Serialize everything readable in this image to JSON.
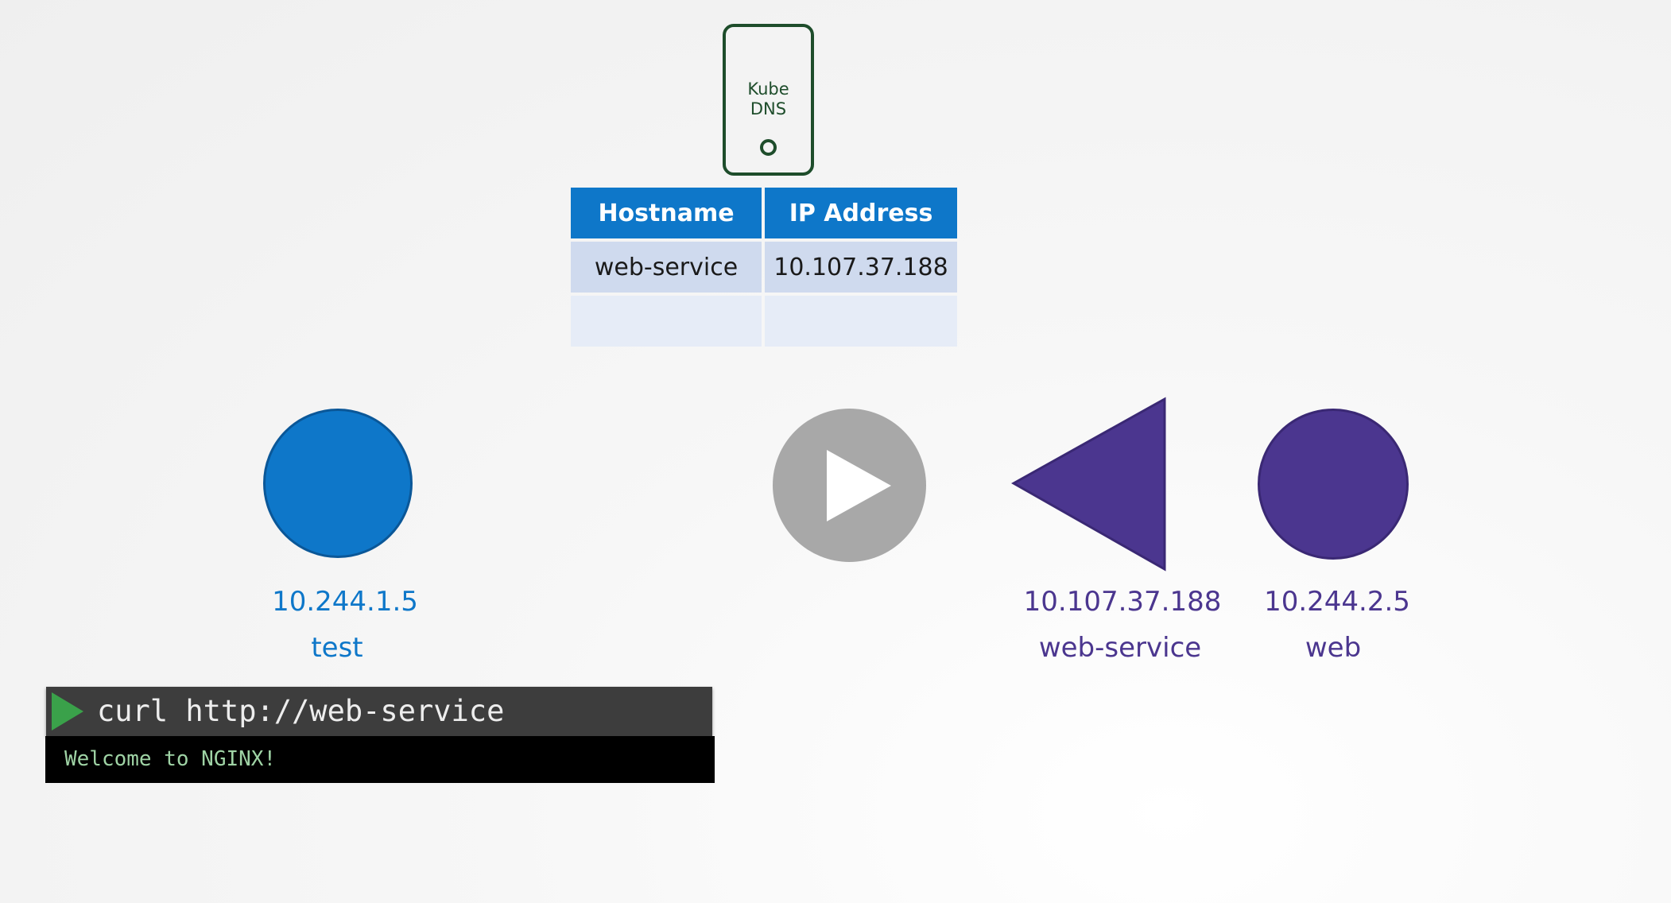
{
  "kube_dns": {
    "label_line1": "Kube",
    "label_line2": "DNS",
    "icon": "pod-icon",
    "color": "#1e4d2b"
  },
  "dns_table": {
    "headers": [
      "Hostname",
      "IP Address"
    ],
    "rows": [
      [
        "web-service",
        "10.107.37.188"
      ],
      [
        "",
        ""
      ]
    ],
    "header_color": "#0e77c9"
  },
  "nodes": {
    "test_pod": {
      "ip": "10.244.1.5",
      "name": "test",
      "color": "#0e77c9",
      "icon": "pod-circle-icon"
    },
    "web_service": {
      "ip": "10.107.37.188",
      "name": "web-service",
      "color": "#4b368f",
      "icon": "service-triangle-icon"
    },
    "web_pod": {
      "ip": "10.244.2.5",
      "name": "web",
      "color": "#4b368f",
      "icon": "pod-circle-icon"
    }
  },
  "play_overlay": {
    "icon": "play-icon",
    "color": "#a8a8a8"
  },
  "terminal": {
    "command": "curl http://web-service",
    "output": "Welcome to NGINX!",
    "prompt_icon": "terminal-prompt-arrow-icon",
    "prompt_color": "#3aa14a"
  }
}
